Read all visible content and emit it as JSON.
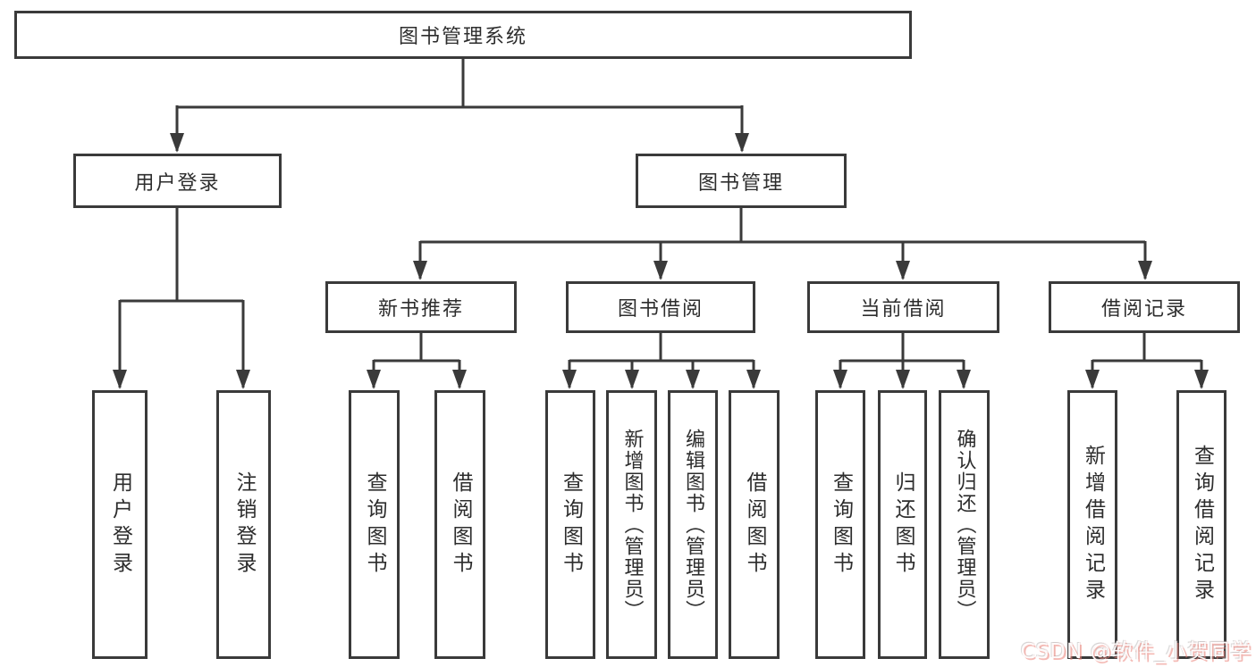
{
  "colors": {
    "line": "#3a3a3a",
    "box_bg": "#ffffff",
    "canvas_bg": "#ffffff",
    "text": "#2d2d2d",
    "watermark_accent": "#eb8278"
  },
  "tree": {
    "label": "图书管理系统",
    "children": [
      {
        "label": "用户登录",
        "children": [
          {
            "label": "用户登录"
          },
          {
            "label": "注销登录"
          }
        ]
      },
      {
        "label": "图书管理",
        "children": [
          {
            "label": "新书推荐",
            "children": [
              {
                "label": "查询图书"
              },
              {
                "label": "借阅图书"
              }
            ]
          },
          {
            "label": "图书借阅",
            "children": [
              {
                "label": "查询图书"
              },
              {
                "label": "新增图书（管理员）"
              },
              {
                "label": "编辑图书（管理员）"
              },
              {
                "label": "借阅图书"
              }
            ]
          },
          {
            "label": "当前借阅",
            "children": [
              {
                "label": "查询图书"
              },
              {
                "label": "归还图书"
              },
              {
                "label": "确认归还（管理员）"
              }
            ]
          },
          {
            "label": "借阅记录",
            "children": [
              {
                "label": "新增借阅记录"
              },
              {
                "label": "查询借阅记录"
              }
            ]
          }
        ]
      }
    ]
  },
  "watermark": {
    "text": "CSDN @软件_小贺同学"
  }
}
